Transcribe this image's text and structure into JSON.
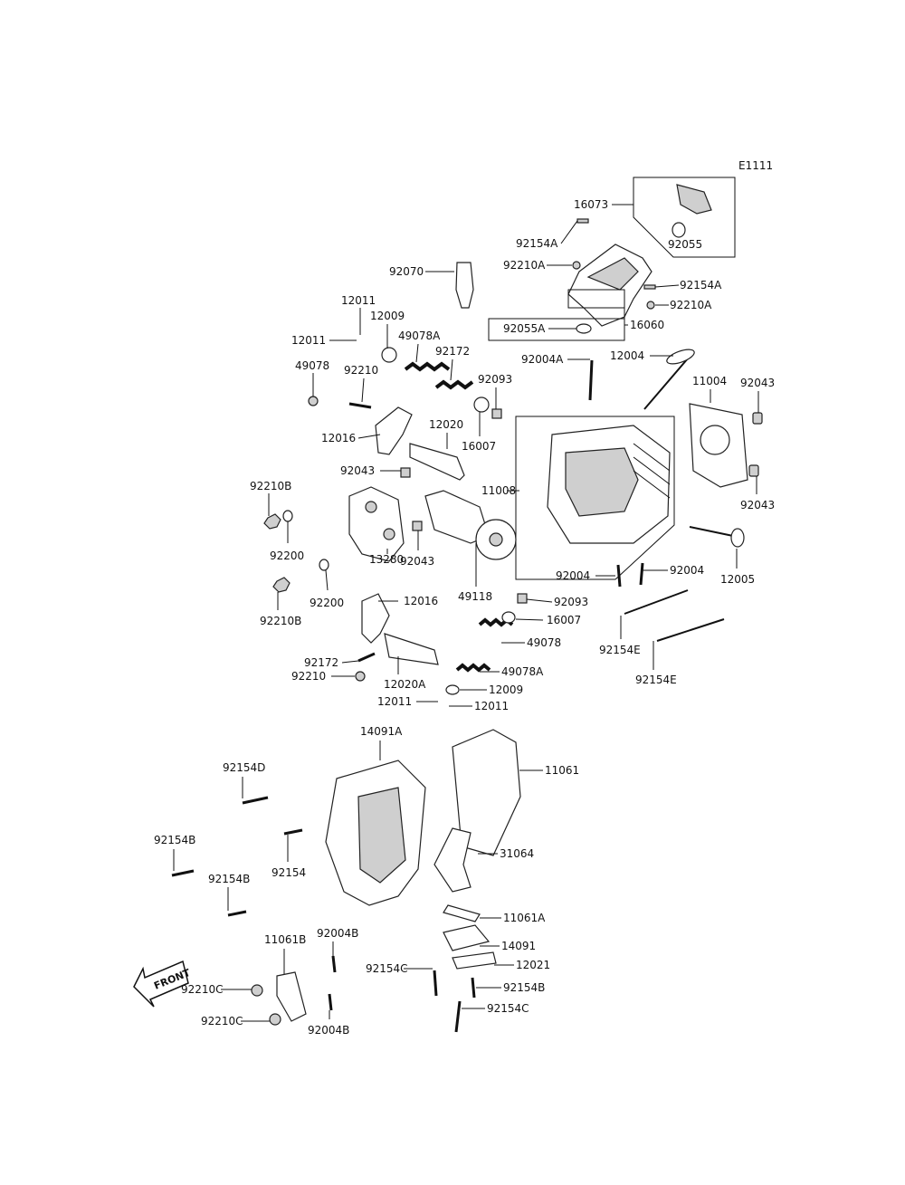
{
  "diagram": {
    "code": "E1111",
    "front_label": "FRONT",
    "parts": [
      "16073",
      "92055",
      "92154A",
      "92210A",
      "92154A",
      "92210A",
      "92055A",
      "16060",
      "92070",
      "12011",
      "12011",
      "12009",
      "49078A",
      "49078",
      "92210",
      "92172",
      "92093",
      "92004A",
      "12004",
      "11004",
      "92043",
      "12016",
      "12020",
      "16007",
      "92043",
      "11008",
      "92210B",
      "92200",
      "92200",
      "13280",
      "92043",
      "49118",
      "92043",
      "92210B",
      "12016",
      "92004",
      "92004",
      "12005",
      "92093",
      "16007",
      "92154E",
      "92172",
      "92210",
      "12020A",
      "49078",
      "49078A",
      "92154E",
      "12009",
      "12011",
      "12011",
      "14091A",
      "11061",
      "92154D",
      "92154B",
      "92154",
      "31064",
      "92154B",
      "11061A",
      "14091",
      "11061B",
      "92004B",
      "12021",
      "92154C",
      "92154B",
      "92210C",
      "92210C",
      "92154C",
      "92004B"
    ]
  }
}
